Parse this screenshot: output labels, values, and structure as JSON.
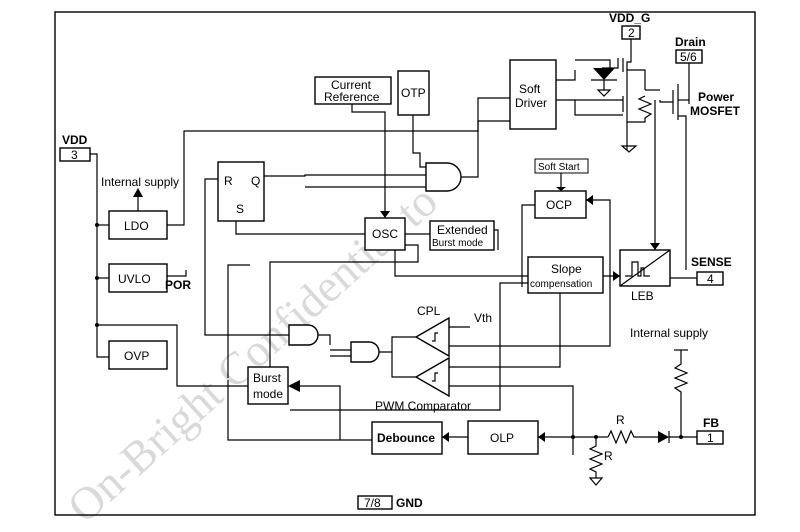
{
  "watermark": "On-Bright Confidential to",
  "colors": {
    "line": "#000000",
    "background": "#ffffff",
    "watermark": "#d9d9d9"
  },
  "pins": {
    "vdd": {
      "name": "VDD",
      "number": "3"
    },
    "vdd_g": {
      "name": "VDD_G",
      "number": "2"
    },
    "drain": {
      "name": "Drain",
      "number": "5/6"
    },
    "sense": {
      "name": "SENSE",
      "number": "4"
    },
    "fb": {
      "name": "FB",
      "number": "1"
    },
    "gnd": {
      "name": "GND",
      "number": "7/8"
    }
  },
  "blocks": {
    "ldo": "LDO",
    "uvlo": "UVLO",
    "ovp": "OVP",
    "otp": "OTP",
    "current_reference": [
      "Current",
      "Reference"
    ],
    "soft_driver": [
      "Soft",
      "Driver"
    ],
    "soft_start": "Soft Start",
    "ocp": "OCP",
    "osc": "OSC",
    "extended_burst": [
      "Extended",
      "Burst mode"
    ],
    "slope_compensation": [
      "Slope",
      "compensation"
    ],
    "leb": "LEB",
    "burst_mode": [
      "Burst",
      "mode"
    ],
    "debounce": "Debounce",
    "olp": "OLP",
    "latch": {
      "r": "R",
      "s": "S",
      "q": "Q"
    }
  },
  "labels": {
    "internal_supply_top": "Internal supply",
    "internal_supply_right": "Internal supply",
    "por": "POR",
    "cpl": "CPL",
    "vth": "Vth",
    "pwm_comparator": "PWM Comparator",
    "power_mosfet": [
      "Power",
      "MOSFET"
    ],
    "r_series": "R",
    "r_shunt": "R"
  }
}
